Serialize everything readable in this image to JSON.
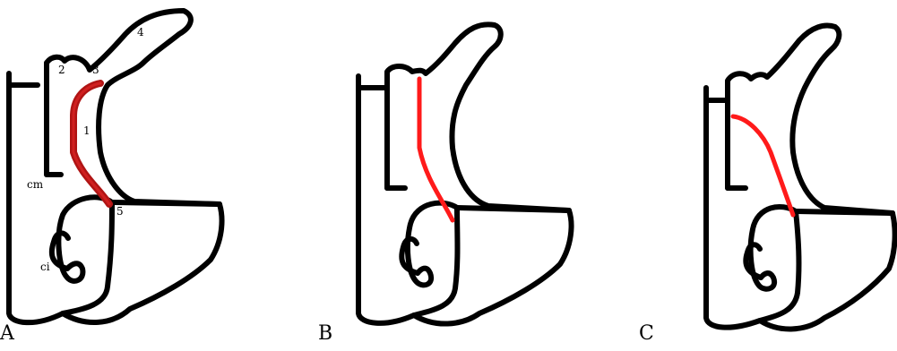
{
  "panels": [
    {
      "letter": "A"
    },
    {
      "letter": "B"
    },
    {
      "letter": "C"
    }
  ],
  "labels_a": {
    "n1": "1",
    "n2": "2",
    "n3": "3",
    "n4": "4",
    "n5": "5",
    "cm": "cm",
    "ci": "ci"
  },
  "colors": {
    "outline": "#000000",
    "path_a": "#b01414",
    "path_bc": "#ff1a1a"
  }
}
